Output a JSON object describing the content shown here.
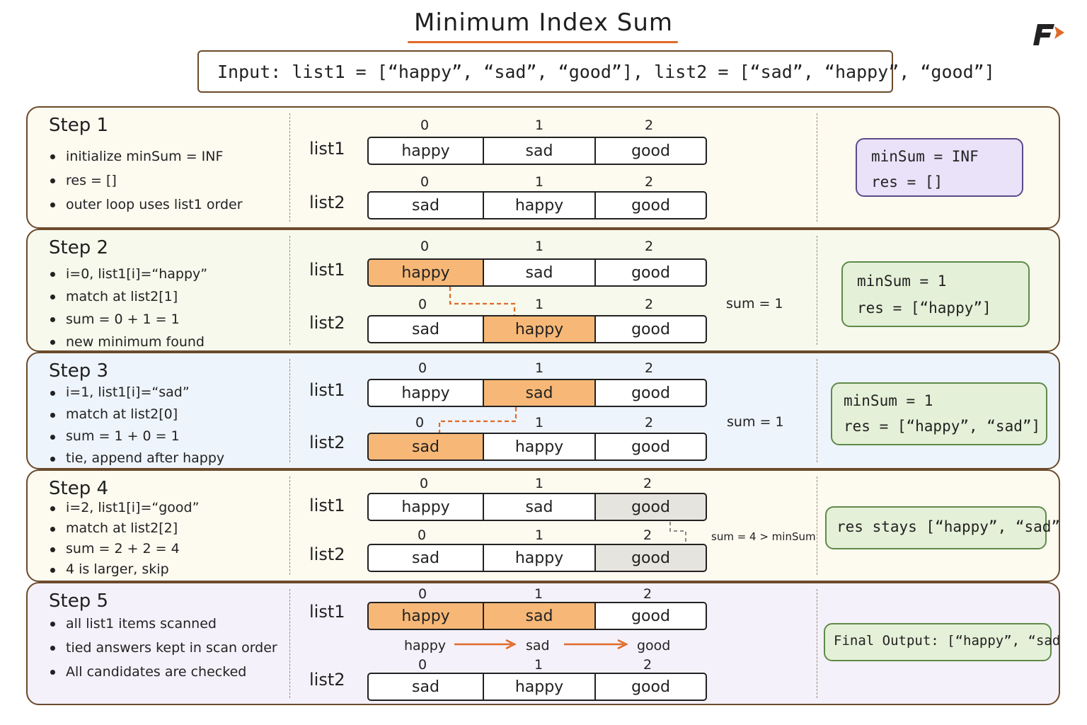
{
  "title": "Minimum Index Sum",
  "input": "Input:  list1 = [“happy”, “sad”, “good”],  list2 = [“sad”, “happy”, “good”]",
  "list1_label": "list1",
  "list2_label": "list2",
  "indices": [
    "0",
    "1",
    "2"
  ],
  "colors": {
    "border": "#6b4a2b",
    "highlight": "#f7b877",
    "connector": "#e06a2a",
    "state_purple": "#e9e2f8",
    "state_green": "#e5f0d8"
  },
  "steps": [
    {
      "title": "Step 1",
      "bullets": [
        "initialize minSum = INF",
        "res = []",
        "outer loop uses list1 order"
      ],
      "list1": [
        "happy",
        "sad",
        "good"
      ],
      "list2": [
        "sad",
        "happy",
        "good"
      ],
      "sum": "",
      "state": [
        "minSum = INF",
        "res = []"
      ]
    },
    {
      "title": "Step 2",
      "bullets": [
        "i=0, list1[i]=“happy”",
        "match at list2[1]",
        "sum = 0 + 1 = 1",
        "new minimum found"
      ],
      "list1": [
        "happy",
        "sad",
        "good"
      ],
      "list2": [
        "sad",
        "happy",
        "good"
      ],
      "sum": "sum = 1",
      "state": [
        "minSum = 1",
        "res = [“happy”]"
      ]
    },
    {
      "title": "Step 3",
      "bullets": [
        "i=1, list1[i]=“sad”",
        "match at list2[0]",
        "sum = 1 + 0 = 1",
        "tie, append after happy"
      ],
      "list1": [
        "happy",
        "sad",
        "good"
      ],
      "list2": [
        "sad",
        "happy",
        "good"
      ],
      "sum": "sum = 1",
      "state": [
        "minSum = 1",
        "res = [“happy”, “sad”]"
      ]
    },
    {
      "title": "Step 4",
      "bullets": [
        "i=2, list1[i]=“good”",
        "match at list2[2]",
        "sum = 2 + 2 = 4",
        "4 is larger, skip"
      ],
      "list1": [
        "happy",
        "sad",
        "good"
      ],
      "list2": [
        "sad",
        "happy",
        "good"
      ],
      "sum": "sum = 4 > minSum",
      "state": [
        "res stays [“happy”, “sad”]"
      ]
    },
    {
      "title": "Step 5",
      "bullets": [
        "all list1 items scanned",
        "tied answers kept in scan order",
        "All candidates are checked"
      ],
      "list1": [
        "happy",
        "sad",
        "good"
      ],
      "list2": [
        "sad",
        "happy",
        "good"
      ],
      "scan_words": [
        "happy",
        "sad",
        "good"
      ],
      "state": [
        "Final Output: [“happy”, “sad”]"
      ]
    }
  ]
}
